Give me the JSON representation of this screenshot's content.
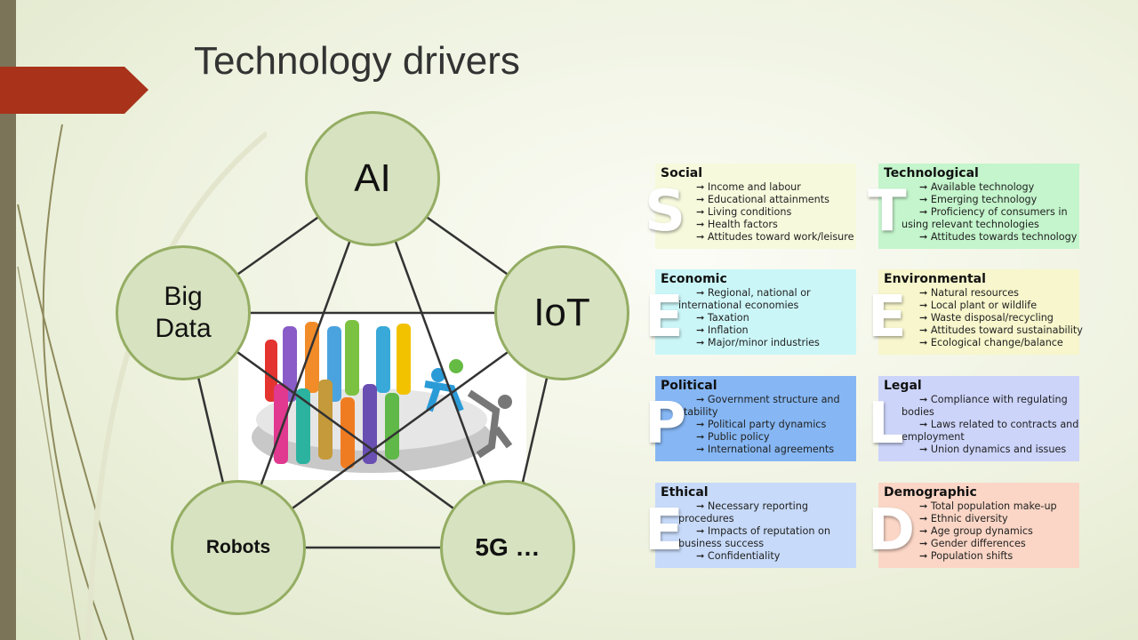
{
  "title": "Technology drivers",
  "nodes": {
    "ai": "AI",
    "big_data_1": "Big",
    "big_data_2": "Data",
    "iot": "IoT",
    "robots": "Robots",
    "fiveg": "5G …"
  },
  "pestle": [
    {
      "letter": "S",
      "heading": "Social",
      "color": "#f6f9dc",
      "lines": [
        {
          "t": "➞ Income and labour",
          "a": 1
        },
        {
          "t": "➞ Educational attainments",
          "a": 1
        },
        {
          "t": "➞ Living conditions",
          "a": 1
        },
        {
          "t": "➞ Health factors",
          "a": 1
        },
        {
          "t": "➞ Attitudes toward work/leisure",
          "a": 1
        }
      ]
    },
    {
      "letter": "T",
      "heading": "Technological",
      "color": "#c4f5cc",
      "lines": [
        {
          "t": "➞ Available technology",
          "a": 1
        },
        {
          "t": "➞ Emerging technology",
          "a": 1
        },
        {
          "t": "➞ Proficiency of consumers in",
          "a": 1
        },
        {
          "t": "using relevant technologies",
          "a": 0
        },
        {
          "t": "➞ Attitudes towards technology",
          "a": 1
        }
      ]
    },
    {
      "letter": "E",
      "heading": "Economic",
      "color": "#cbf6f8",
      "lines": [
        {
          "t": "➞ Regional, national or",
          "a": 1
        },
        {
          "t": "international economies",
          "a": 0
        },
        {
          "t": "➞ Taxation",
          "a": 1
        },
        {
          "t": "➞ Inflation",
          "a": 1
        },
        {
          "t": "➞ Major/minor industries",
          "a": 1
        }
      ]
    },
    {
      "letter": "E",
      "heading": "Environmental",
      "color": "#f7f6cc",
      "lines": [
        {
          "t": "➞ Natural resources",
          "a": 1
        },
        {
          "t": "➞ Local plant or wildlife",
          "a": 1
        },
        {
          "t": "➞ Waste disposal/recycling",
          "a": 1
        },
        {
          "t": "➞ Attitudes toward sustainability",
          "a": 1
        },
        {
          "t": "➞ Ecological change/balance",
          "a": 1
        }
      ]
    },
    {
      "letter": "P",
      "heading": "Political",
      "color": "#86b7f4",
      "lines": [
        {
          "t": "➞ Government structure and",
          "a": 1
        },
        {
          "t": "stability",
          "a": 0
        },
        {
          "t": "➞ Political party dynamics",
          "a": 1
        },
        {
          "t": "➞ Public policy",
          "a": 1
        },
        {
          "t": "➞ International agreements",
          "a": 1
        }
      ]
    },
    {
      "letter": "L",
      "heading": "Legal",
      "color": "#ccd4fa",
      "lines": [
        {
          "t": "➞ Compliance with regulating",
          "a": 1
        },
        {
          "t": "bodies",
          "a": 0
        },
        {
          "t": "➞ Laws related to contracts and",
          "a": 1
        },
        {
          "t": "employment",
          "a": 0
        },
        {
          "t": "➞ Union dynamics and issues",
          "a": 1
        }
      ]
    },
    {
      "letter": "E",
      "heading": "Ethical",
      "color": "#c7daf9",
      "lines": [
        {
          "t": "➞ Necessary reporting",
          "a": 1
        },
        {
          "t": "procedures",
          "a": 0
        },
        {
          "t": "➞ Impacts of reputation on",
          "a": 1
        },
        {
          "t": "business success",
          "a": 0
        },
        {
          "t": "➞ Confidentiality",
          "a": 1
        }
      ]
    },
    {
      "letter": "D",
      "heading": "Demographic",
      "color": "#fbd6c6",
      "lines": [
        {
          "t": "➞ Total population make-up",
          "a": 1
        },
        {
          "t": "➞ Ethnic diversity",
          "a": 1
        },
        {
          "t": "➞ Age group dynamics",
          "a": 1
        },
        {
          "t": "➞ Gender differences",
          "a": 1
        },
        {
          "t": "➞ Population shifts",
          "a": 1
        }
      ]
    }
  ]
}
